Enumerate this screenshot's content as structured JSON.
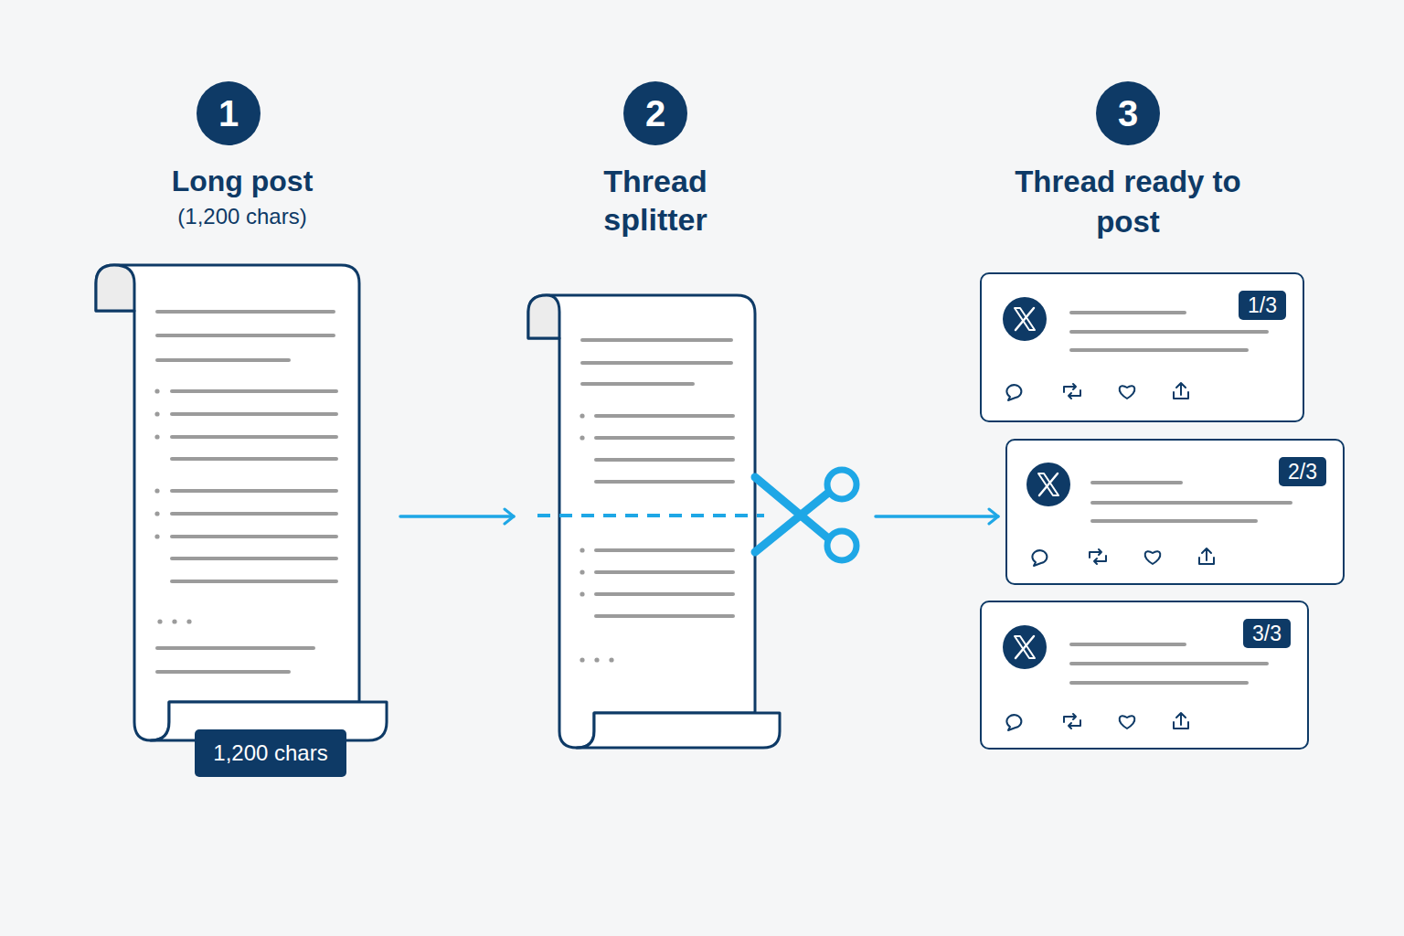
{
  "diagram": {
    "nodes": [
      {
        "text": [
          "1"
        ]
      },
      {
        "text": [
          "Long post",
          "(1,200 chars)",
          "1,200 chars"
        ]
      },
      {
        "text": [
          "2"
        ]
      },
      {
        "text": [
          "Thread splitter"
        ]
      },
      {
        "text": [
          "3"
        ]
      },
      {
        "text": [
          "1/3"
        ]
      },
      {
        "text": [
          "2/3"
        ]
      },
      {
        "text": [
          "3/3"
        ]
      }
    ],
    "edges": [
      {
        "from": 1,
        "to": 3,
        "arrow": "to"
      },
      {
        "from": 3,
        "to": 6,
        "arrow": "to"
      }
    ],
    "labels": [
      "Thread ready to post"
    ]
  }
}
